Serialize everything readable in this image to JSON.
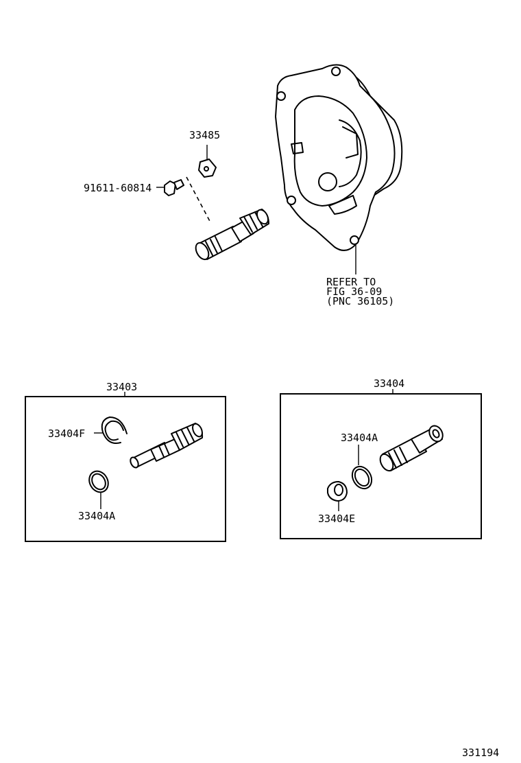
{
  "labels": {
    "p33485": "33485",
    "p91611": "91611-60814",
    "refer_line1": "REFER TO",
    "refer_line2": "FIG 36-09",
    "refer_line3": "(PNC 36105)",
    "kit1_title": "33403",
    "kit1_clip": "33404F",
    "kit1_ring": "33404A",
    "kit2_title": "33404",
    "kit2_ring": "33404A",
    "kit2_cap": "33404E",
    "figure_number": "331194"
  },
  "colors": {
    "ink": "#000000",
    "paper": "#ffffff"
  }
}
